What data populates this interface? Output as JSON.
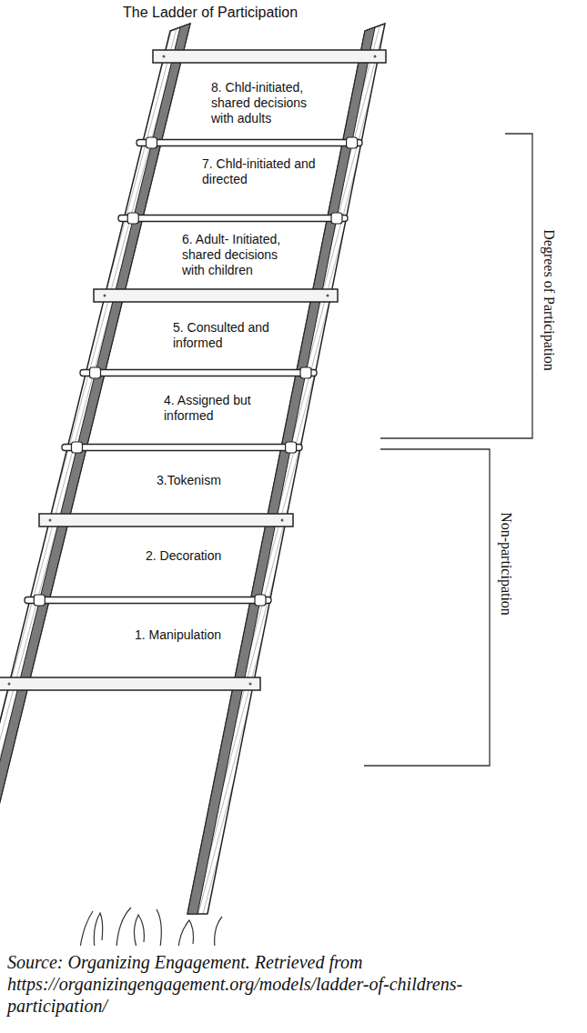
{
  "diagram": {
    "title": "The Ladder of Participation",
    "caption": "Source: Organizing Engagement. Retrieved from https://organizingengagement.org/models/ladder-of-childrens-participation/",
    "labels": [
      "8. Chld-initiated, shared decisions with adults",
      "7. Chld-initiated and directed",
      "6. Adult- Initiated, shared decisions with children",
      "5. Consulted and informed",
      "4. Assigned but informed",
      "3.Tokenism",
      "2. Decoration",
      "1. Manipulation",
      "Degrees of Participation",
      "Non-participation"
    ]
  }
}
